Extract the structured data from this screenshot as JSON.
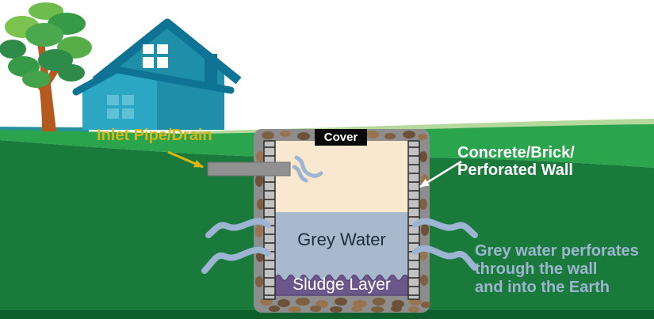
{
  "labels": {
    "inlet_pipe": "Inlet Pipe/Drain",
    "cover": "Cover",
    "wall_line1": "Concrete/Brick/",
    "wall_line2": "Perforated Wall",
    "grey_water": "Grey Water",
    "sludge_layer": "Sludge Layer",
    "note_line1": "Grey water perforates",
    "note_line2": "through the wall",
    "note_line3": "and into the Earth"
  },
  "colors": {
    "sky": "#ffffff",
    "grass_light": "#2aa44d",
    "grass_pale_strip": "#b5d89c",
    "earth_dark": "#197a3b",
    "earth_bottom_strip": "#0e5f2c",
    "horizon_teal": "#27929c",
    "house_body": "#1f8ea9",
    "house_roof": "#0e7394",
    "house_front": "#2ba7c4",
    "window_pane": "#5ec1d6",
    "tree_trunk": "#b45a1f",
    "tank_gravel": "#8d8d8d",
    "tank_wall_brick": "#c2c2c2",
    "tank_air": "#f8e8d0",
    "grey_water_fill": "#a8b8cd",
    "sludge_fill": "#6b5789",
    "water_flow": "#9db4d2",
    "pipe_fill": "#919191",
    "inlet_label_text": "#d8b715",
    "note_text": "#9cb6d0",
    "grey_water_text": "#1e2d3e",
    "wall_label_text": "#ffffff",
    "cover_bg": "#0a0a0a",
    "cover_text": "#ffffff"
  }
}
